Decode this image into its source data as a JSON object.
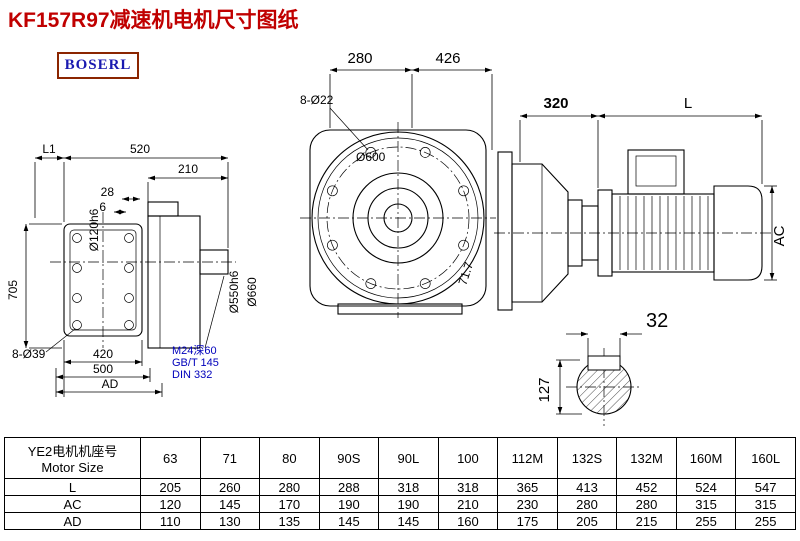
{
  "page": {
    "title": "KF157R97减速机电机尺寸图纸",
    "logo_text": "BOSERL",
    "colors": {
      "title_red": "#c00000",
      "annotation_blue": "#0000bb",
      "logo_text_blue": "#1a1ab0",
      "logo_border_red": "#8b2500",
      "line_black": "#000000"
    }
  },
  "drawing": {
    "left_view": {
      "dim_l1": "L1",
      "dim_520": "520",
      "dim_210": "210",
      "dim_28": "28",
      "dim_6": "6",
      "dim_d120": "Ø120h6",
      "dim_705": "705",
      "dim_8_d39": "8-Ø39",
      "dim_420": "420",
      "dim_500": "500",
      "dim_ad": "AD",
      "note_m24": "M24深60",
      "note_gbt": "GB/T 145",
      "note_din": "DIN 332",
      "dim_d550": "Ø550h6",
      "dim_d660": "Ø660"
    },
    "front_view": {
      "dim_280": "280",
      "dim_426": "426",
      "dim_8_d22": "8-Ø22",
      "dim_d600": "Ø600",
      "dim_angle": "71.7"
    },
    "side_view": {
      "dim_320": "320",
      "dim_l": "L",
      "dim_ac": "AC"
    },
    "shaft_view": {
      "dim_32": "32",
      "dim_127": "127"
    }
  },
  "table": {
    "row_header": {
      "line1": "YE2电机机座号",
      "line2": "Motor Size"
    },
    "columns": [
      "63",
      "71",
      "80",
      "90S",
      "90L",
      "100",
      "112M",
      "132S",
      "132M",
      "160M",
      "160L"
    ],
    "rows": [
      {
        "label": "L",
        "values": [
          "205",
          "260",
          "280",
          "288",
          "318",
          "318",
          "365",
          "413",
          "452",
          "524",
          "547"
        ]
      },
      {
        "label": "AC",
        "values": [
          "120",
          "145",
          "170",
          "190",
          "190",
          "210",
          "230",
          "280",
          "280",
          "315",
          "315"
        ]
      },
      {
        "label": "AD",
        "values": [
          "110",
          "130",
          "135",
          "145",
          "145",
          "160",
          "175",
          "205",
          "215",
          "255",
          "255"
        ]
      }
    ]
  }
}
